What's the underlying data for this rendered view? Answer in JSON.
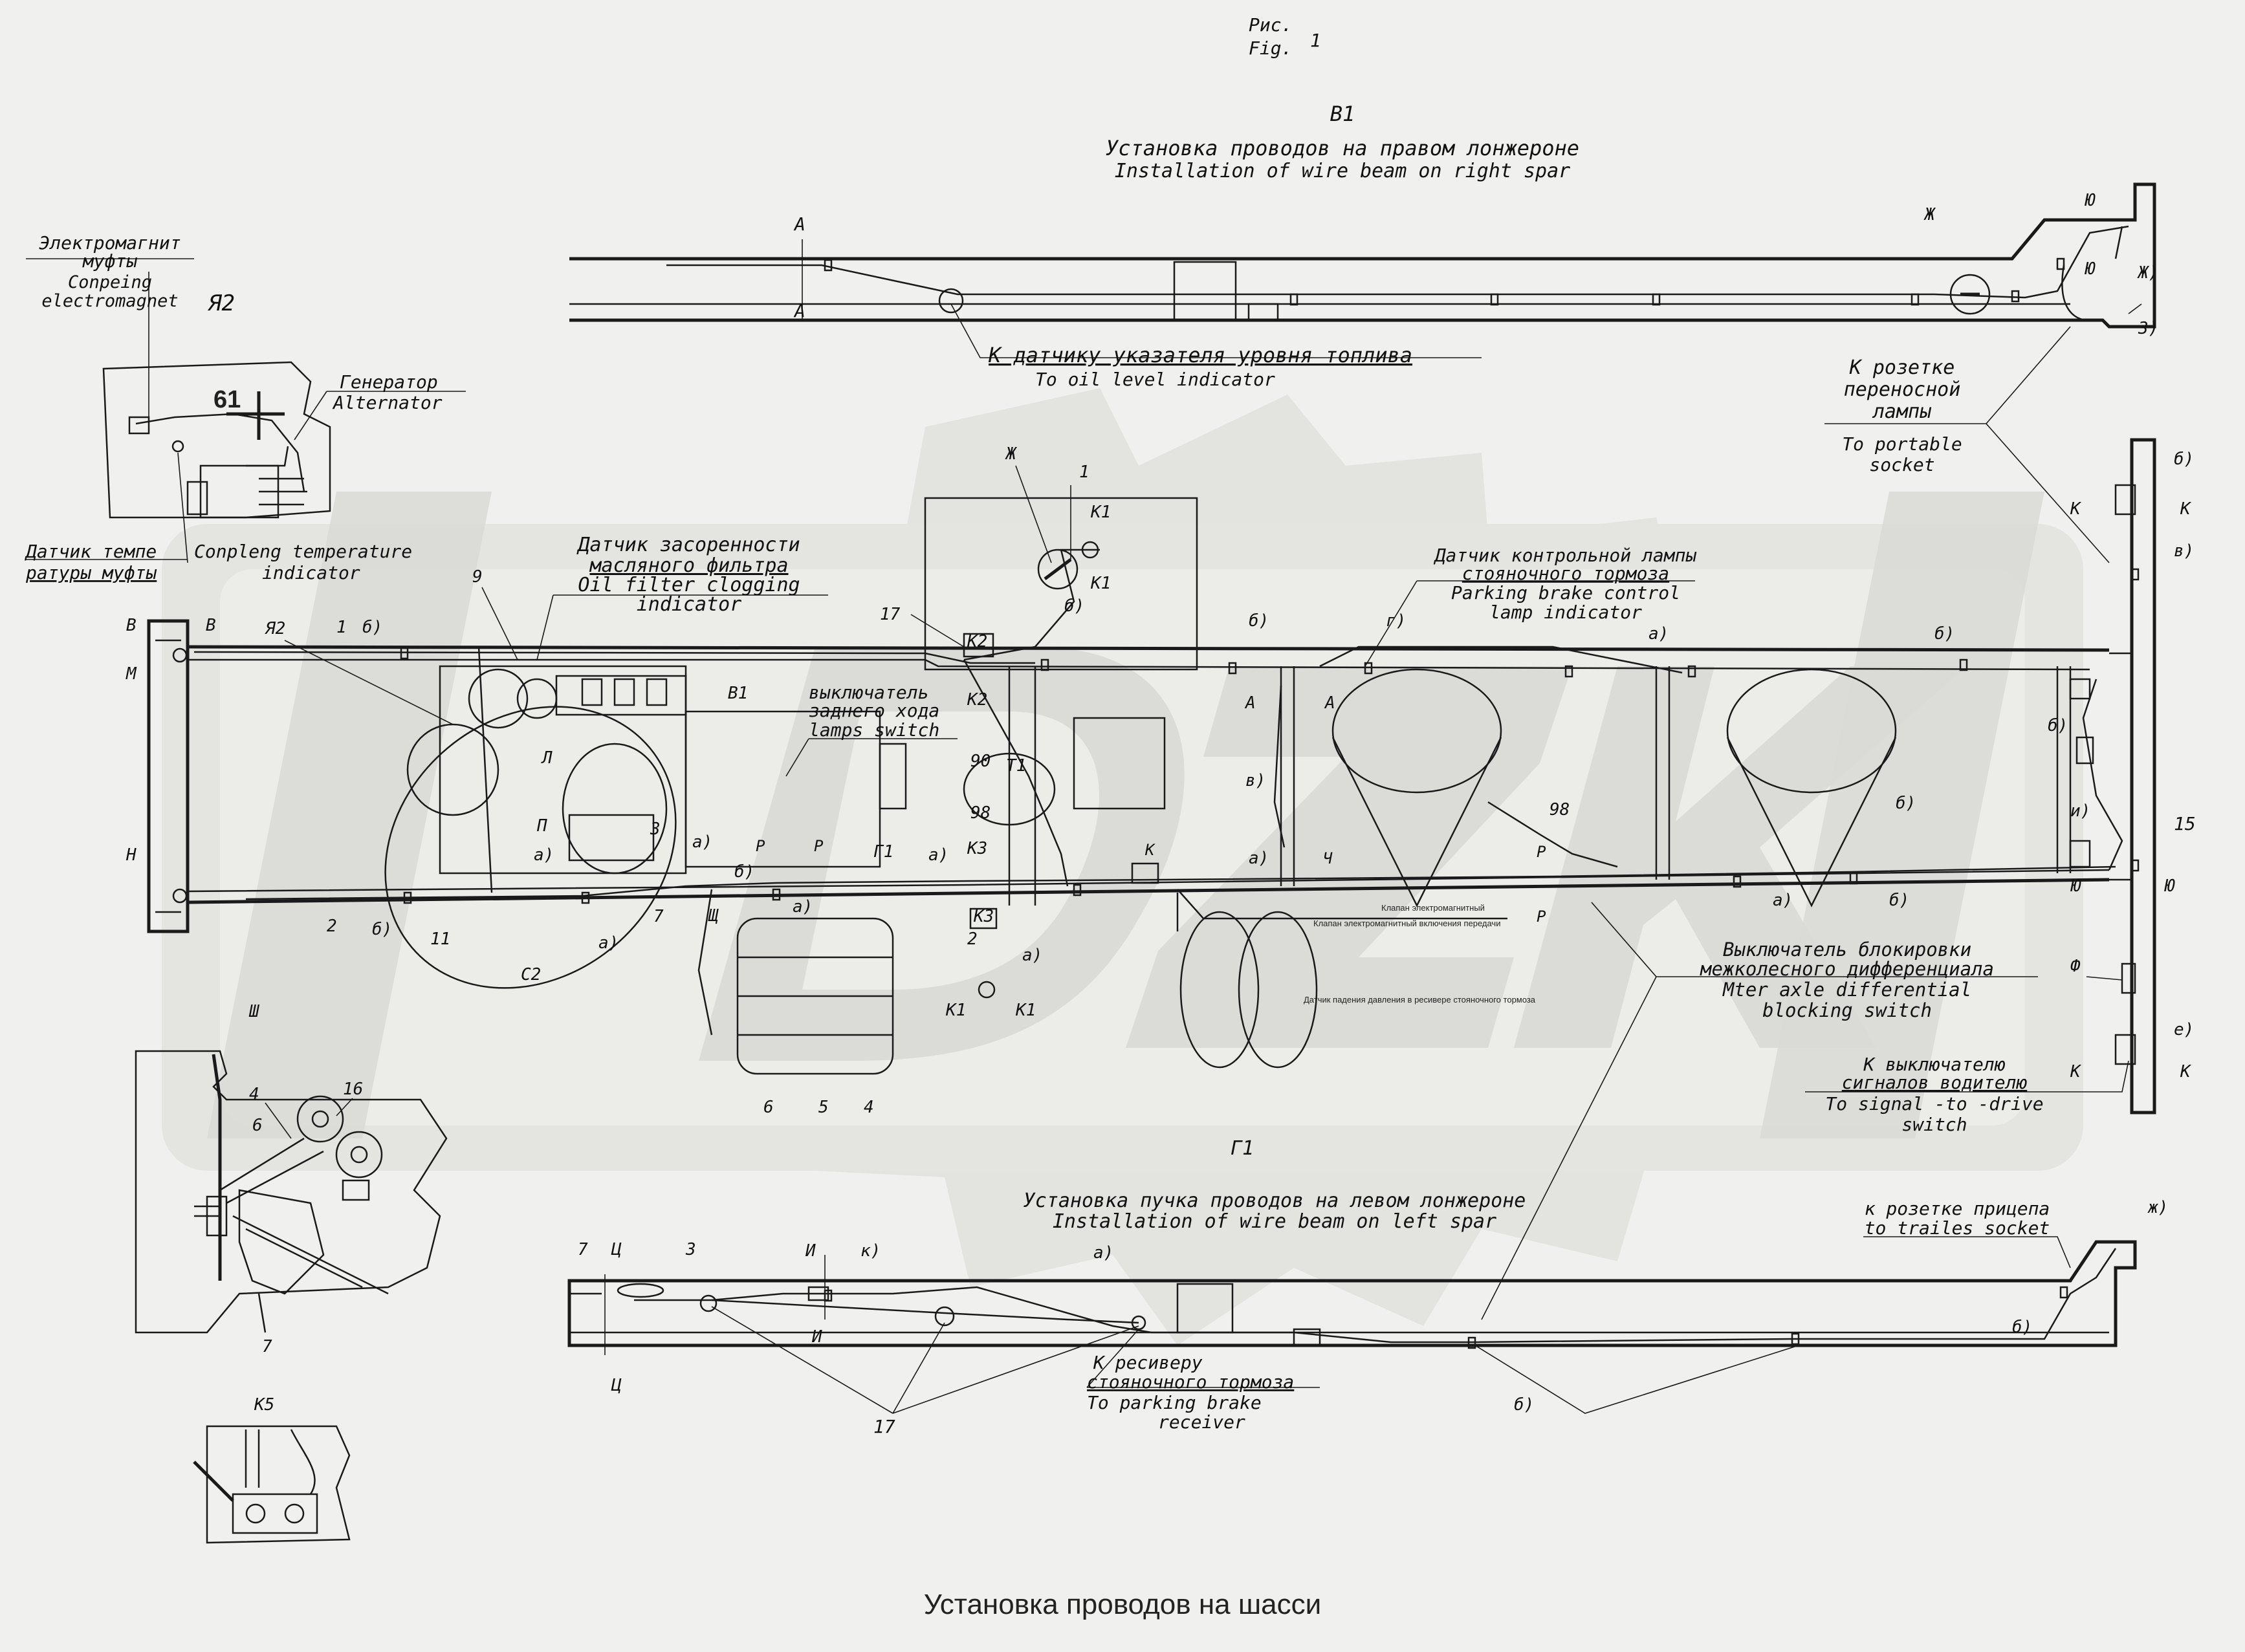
{
  "figure": {
    "ris": "Рис.",
    "fig": "Fig.",
    "number": "1"
  },
  "section_b1": {
    "code": "В1",
    "title_ru": "Установка проводов на правом лонжероне",
    "title_en": "Installation of wire beam on right spar"
  },
  "section_g1": {
    "code": "Г1",
    "title_ru": "Установка пучка проводов на левом лонжероне",
    "title_en": "Installation of wire beam on left spar"
  },
  "inset_ya2": {
    "code": "Я2",
    "num": "61",
    "clutch_magnet_ru_1": "Электромагнит",
    "clutch_magnet_ru_2": "муфты",
    "clutch_magnet_en_1": "Conpeing",
    "clutch_magnet_en_2": "electromagnet",
    "generator_ru": "Генератор",
    "generator_en": "Alternator",
    "temp_ru_1": "Датчик темпе",
    "temp_ru_2": "ратуры муфты",
    "temp_en_1": "Conpleng temperature",
    "temp_en_2": "indicator"
  },
  "inset_sh": {
    "code": "Ш",
    "n4": "4",
    "n6": "6",
    "n16": "16",
    "n7": "7"
  },
  "inset_k5": {
    "code": "К5"
  },
  "callouts": {
    "fuel_ru": "К датчику указателя уровня топлива",
    "fuel_en": "To oil level indicator",
    "portable_ru_1": "К розетке",
    "portable_ru_2": "переносной",
    "portable_ru_3": "лампы",
    "portable_en_1": "To portable",
    "portable_en_2": "socket",
    "oilfilter_ru_1": "Датчик засоренности",
    "oilfilter_ru_2": "масляного фильтра",
    "oilfilter_en_1": "Oil filter clogging",
    "oilfilter_en_2": "indicator",
    "parking_ru_1": "Датчик контрольной лампы",
    "parking_ru_2": "стояночного тормоза",
    "parking_en_1": "Parking brake control",
    "parking_en_2": "lamp indicator",
    "reverse_ru_1": "выключатель",
    "reverse_ru_2": "заднего хода",
    "reverse_en": "lamps switch",
    "diff_ru_1": "Выключатель блокировки",
    "diff_ru_2": "межколесного дифференциала",
    "diff_en_1": "Mter axle differential",
    "diff_en_2": "blocking switch",
    "signal_ru_1": "К выключателю",
    "signal_ru_2": "сигналов водителю",
    "signal_en_1": "To signal -to -drive",
    "signal_en_2": "switch",
    "trailer_ru": "к розетке прицепа",
    "trailer_en": "to trailes socket",
    "receiver_ru_1": "К ресиверу",
    "receiver_ru_2": "стояночного тормоза",
    "receiver_en_1": "To parking brake",
    "receiver_en_2": "receiver",
    "tiny_1": "Клапан электромагнитный",
    "tiny_2": "Клапан электромагнитный включения передачи",
    "tiny_3": "Датчик падения давления в ресивере стояночного тормоза"
  },
  "markers": {
    "A": "А",
    "Zh": "Ж",
    "Zh2": "Ж)",
    "Yu": "Ю",
    "Z": "З)",
    "b": "б)",
    "v": "в)",
    "g": "г)",
    "a": "а)",
    "K": "К",
    "K1": "К1",
    "K2": "К2",
    "K3": "К3",
    "P": "Р",
    "G1": "Г1",
    "I": "и)",
    "F": "Ф",
    "e": "е)",
    "zh": "ж)",
    "k": "к)",
    "Ts": "Ц",
    "Ii": "И",
    "B": "В",
    "M": "М",
    "N": "Н",
    "Ya2": "Я2",
    "L": "Л",
    "Pp": "П",
    "Shch": "Щ",
    "C2": "С2",
    "T1": "Т1",
    "Ch": "Ч",
    "n1": "1",
    "n2": "2",
    "n3": "3",
    "n4": "4",
    "n5": "5",
    "n6": "6",
    "n7": "7",
    "n9": "9",
    "n11": "11",
    "n15": "15",
    "n17": "17",
    "n90": "90",
    "n98": "98",
    "n98b": "98"
  },
  "bottom_caption": "Установка проводов на шасси"
}
